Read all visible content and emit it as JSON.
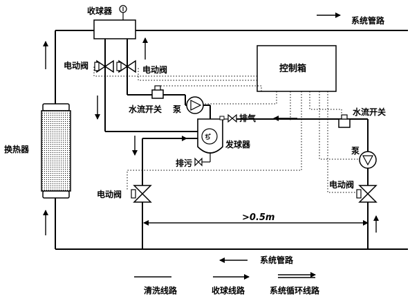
{
  "labels": {
    "collector": "收球器",
    "system_pipe_top": "系统管路",
    "system_pipe_bottom": "系统管路",
    "control_box": "控制箱",
    "valve_left_1": "电动阀",
    "valve_left_2": "电动阀",
    "valve_bottom_left": "电动阀",
    "valve_right": "电动阀",
    "flow_switch_left": "水流开关",
    "flow_switch_right": "水流开关",
    "pump_left": "泵",
    "pump_right": "泵",
    "exhaust": "排气",
    "launcher": "发球器",
    "drain": "排污",
    "heat_exchanger": "换热器",
    "distance": ">0.5m"
  },
  "legend": {
    "items": [
      {
        "label": "清洗线路",
        "style": "solid"
      },
      {
        "label": "收球线路",
        "style": "arrow"
      },
      {
        "label": "系统循环线路",
        "style": "double-arrow"
      }
    ]
  }
}
